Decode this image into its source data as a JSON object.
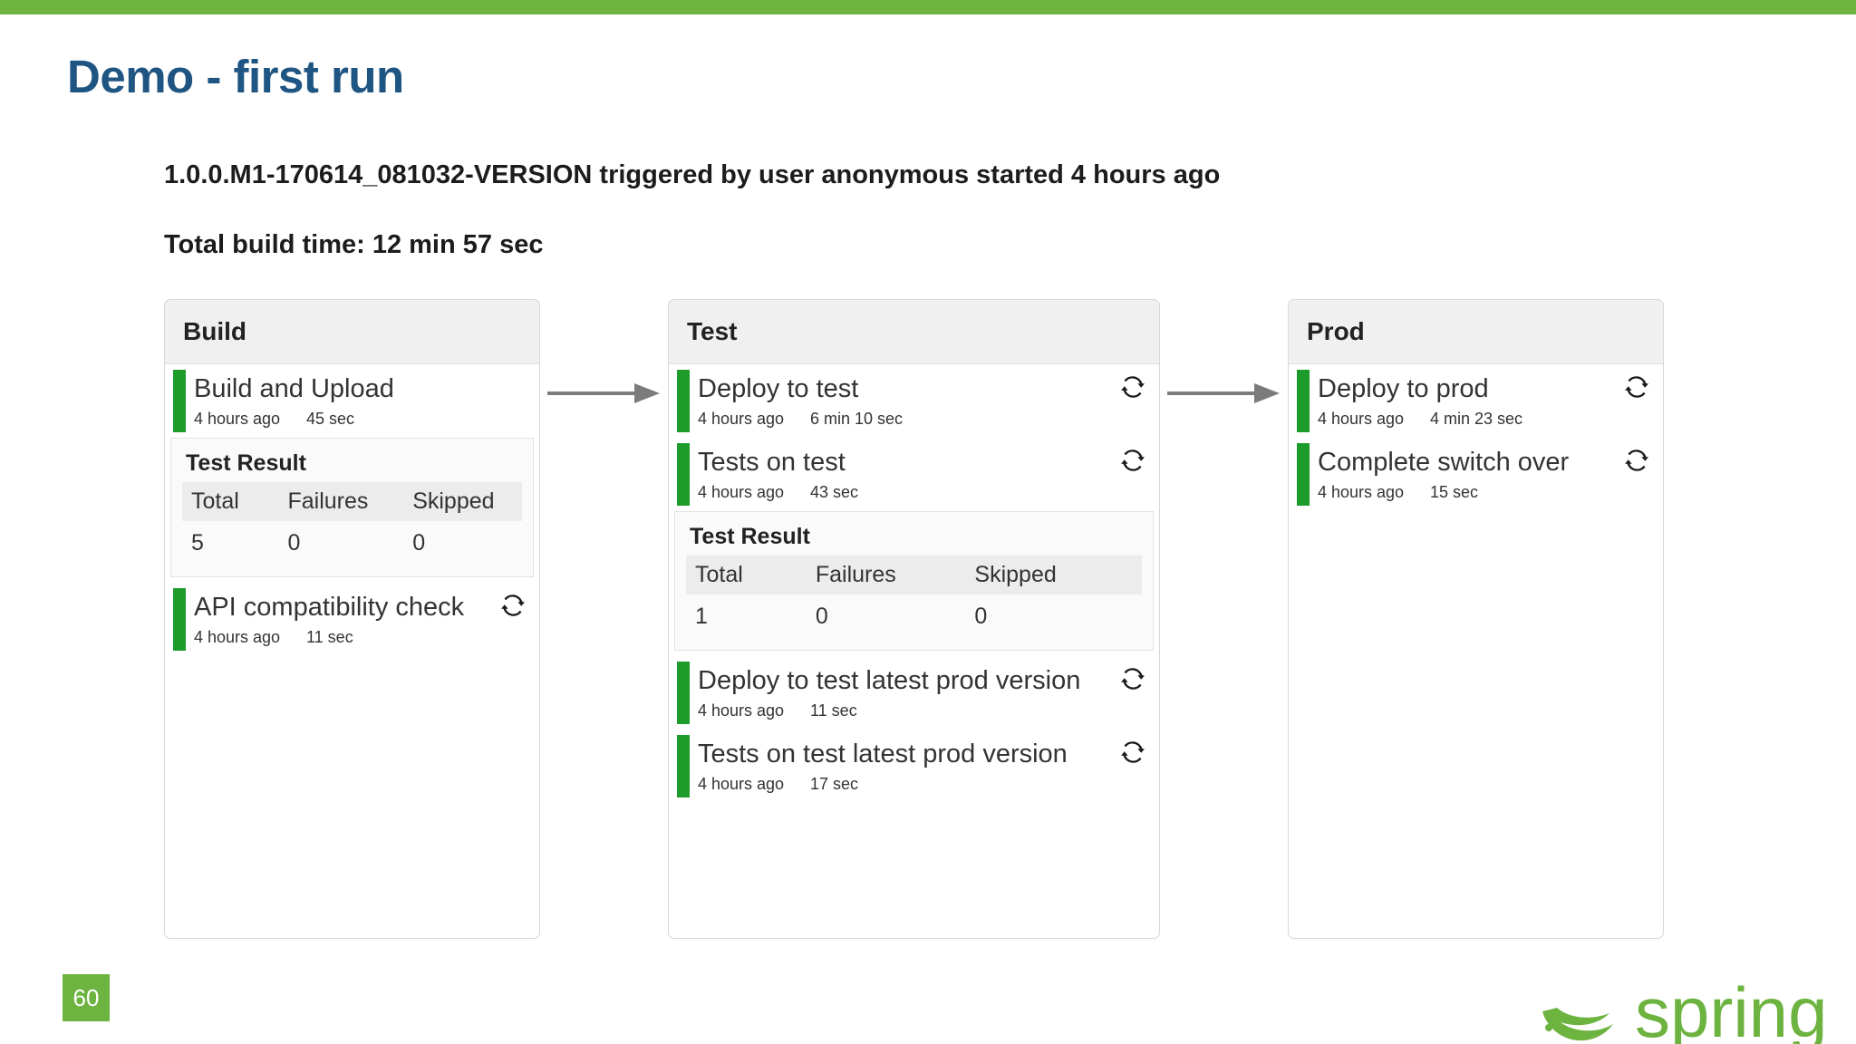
{
  "slide": {
    "title": "Demo - first run",
    "headline": "1.0.0.M1-170614_081032-VERSION triggered by user anonymous started 4 hours ago",
    "subline": "Total build time: 12 min 57 sec",
    "page_number": "60",
    "brand": "spring",
    "accent_green": "#6cb33f",
    "title_blue": "#1f5582",
    "status_green": "#1d9b2b",
    "arrow_gray": "#7b7b7b"
  },
  "pipeline": {
    "arrow_icon": "arrow-right-icon",
    "restart_icon": "restart-icon",
    "stages": [
      {
        "name": "Build",
        "items": [
          {
            "kind": "job",
            "name": "Build and Upload",
            "when": "4 hours ago",
            "duration": "45 sec",
            "status": "success",
            "restartable": false
          },
          {
            "kind": "test-result",
            "title": "Test Result",
            "columns": [
              "Total",
              "Failures",
              "Skipped"
            ],
            "values": [
              "5",
              "0",
              "0"
            ]
          },
          {
            "kind": "job",
            "name": "API compatibility check",
            "when": "4 hours ago",
            "duration": "11 sec",
            "status": "success",
            "restartable": true
          }
        ]
      },
      {
        "name": "Test",
        "items": [
          {
            "kind": "job",
            "name": "Deploy to test",
            "when": "4 hours ago",
            "duration": "6 min 10 sec",
            "status": "success",
            "restartable": true
          },
          {
            "kind": "job",
            "name": "Tests on test",
            "when": "4 hours ago",
            "duration": "43 sec",
            "status": "success",
            "restartable": true
          },
          {
            "kind": "test-result",
            "title": "Test Result",
            "columns": [
              "Total",
              "Failures",
              "Skipped"
            ],
            "values": [
              "1",
              "0",
              "0"
            ]
          },
          {
            "kind": "job",
            "name": "Deploy to test latest prod version",
            "when": "4 hours ago",
            "duration": "11 sec",
            "status": "success",
            "restartable": true
          },
          {
            "kind": "job",
            "name": "Tests on test latest prod version",
            "when": "4 hours ago",
            "duration": "17 sec",
            "status": "success",
            "restartable": true
          }
        ]
      },
      {
        "name": "Prod",
        "items": [
          {
            "kind": "job",
            "name": "Deploy to prod",
            "when": "4 hours ago",
            "duration": "4 min 23 sec",
            "status": "success",
            "restartable": true
          },
          {
            "kind": "job",
            "name": "Complete switch over",
            "when": "4 hours ago",
            "duration": "15 sec",
            "status": "success",
            "restartable": true
          }
        ]
      }
    ]
  }
}
